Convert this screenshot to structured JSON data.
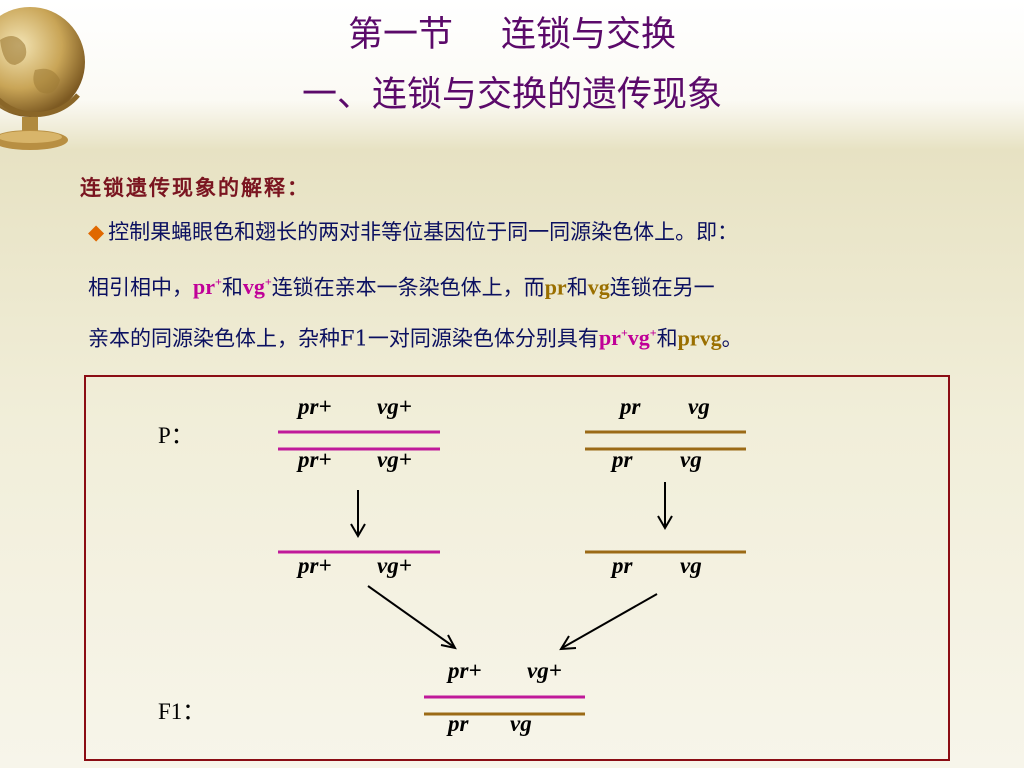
{
  "title": {
    "line1_a": "第一节",
    "line1_b": "连锁与交换",
    "line2": "一、连锁与交换的遗传现象"
  },
  "subhead": "连锁遗传现象的解释：",
  "paragraph": {
    "bullet": "◆",
    "l1": "控制果蝇眼色和翅长的两对非等位基因位于同一同源染色体上。即：",
    "l2_a": "相引相中，",
    "pr_plus": "pr",
    "sup_plus": "+",
    "and": "和",
    "vg_plus": "vg",
    "l2_b": "连锁在亲本一条染色体上，而",
    "pr": "pr",
    "vg": "vg",
    "l2_c": "连锁在另一",
    "l3_a": "亲本的同源染色体上，杂种F1一对同源染色体分别具有",
    "l3_prvg": "prvg",
    "period": "。"
  },
  "diagram": {
    "p_label": "P：",
    "f1_label": "F1：",
    "genes": {
      "pr_plus": "pr+",
      "vg_plus": "vg+",
      "pr": "pr",
      "vg": "vg"
    },
    "colors": {
      "pink": "#c0199a",
      "brown": "#9b6a16",
      "border": "#8b0d14"
    }
  }
}
